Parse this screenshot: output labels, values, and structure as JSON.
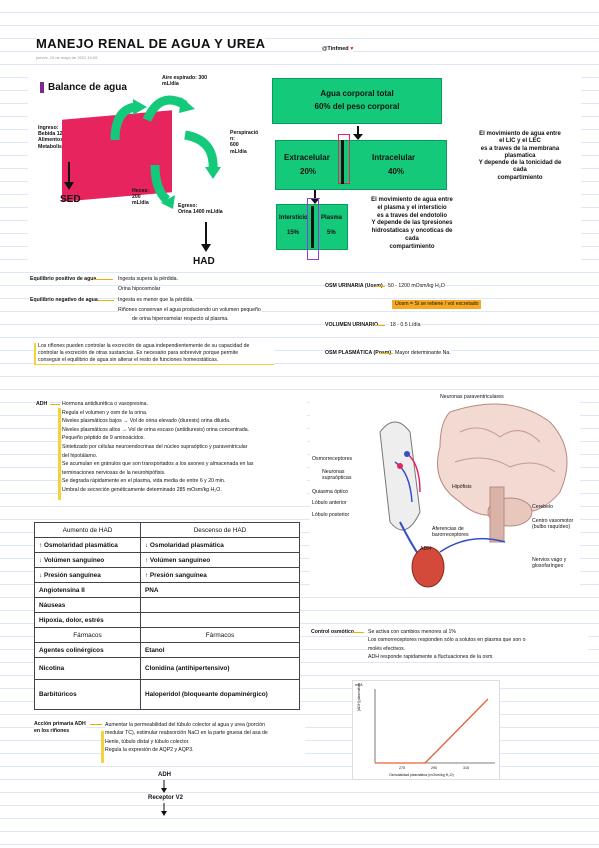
{
  "header": {
    "title": "MANEJO RENAL DE AGUA Y UREA",
    "date": "jueves, 15 de mayo de 2022 10:09",
    "handle": "@Tinfmed",
    "heart": "♥"
  },
  "balance": {
    "title": "Balance de agua",
    "inputs": [
      "Ingreso:",
      "Bebida 1200 mL/día",
      "Alimentos 1000 mL/día",
      "Metabolismo 300 mL/día"
    ],
    "air": [
      "Aire espirado: 300",
      "mL/día"
    ],
    "sweat": [
      "Perspiració",
      "n:",
      "600",
      "mL/día"
    ],
    "feces": [
      "Heces:",
      "200",
      "mL/día"
    ],
    "egress": [
      "Egreso:",
      "Orina 1400 mL/día"
    ],
    "sed": "SED",
    "had": "HAD"
  },
  "body_water": {
    "total_line1": "Agua corporal total",
    "total_line2": "60% del peso corporal",
    "extra_label": "Extracelular",
    "extra_pct": "20%",
    "intra_label": "Intracelular",
    "intra_pct": "40%",
    "inter_label": "Intersticio",
    "inter_pct": "15%",
    "plasma_label": "Plasma",
    "plasma_pct": "5%",
    "note_right": [
      "El movimiento de agua entre",
      "el LIC y el LEC",
      "es a traves de la membrana",
      "plasmatica",
      "Y depende de la tonicidad de",
      "cada",
      "compartimiento"
    ],
    "note_bottom": [
      "El movimiento de agua entre",
      "el plasma y el intersticio",
      "es a traves del endotolio",
      "Y depende de las tpresiones",
      "hidrostaticas y oncoticas de",
      "cada",
      "compartimiento"
    ]
  },
  "balance_notes": {
    "positive_label": "Equilibrio positivo de agua",
    "positive_items": [
      "Ingesta supera la pérdida.",
      "Orina hipoosmolar"
    ],
    "negative_label": "Equilibrio negativo de agua",
    "negative_items": [
      "Ingesta es menor que la pérdida.",
      "Riñones conservan el agua produciendo un volumen pequeño",
      "de orina hiperosmolar respecto al plasma."
    ],
    "osm_label": "OSM URINARIA (Uosm)",
    "osm_value": "50 - 1200 mOsm/kg H₂O",
    "osm_note": "Uosm = Si se retiene / vol excretado",
    "vol_label": "VOLUMEN URINARIO",
    "vol_value": "18 - 0.5 L/día",
    "posm_label": "OSM PLASMÁTICA (Posm)",
    "posm_value": "Mayor determinante Na."
  },
  "kidney_paragraph": [
    "Los riñones pueden controlar la excreción de agua independientemente de su capacidad de",
    "controlar la excreción de otras sustancias. Es necesario para sobrevivir porque permite",
    "conseguir el equilibrio de agua sin alterar el resto de funciones homeostáticas."
  ],
  "adh": {
    "label": "ADH",
    "items": [
      "Hormona antidiurética o vasopresina.",
      "Regula el volumen y osm de la orina.",
      "Niveles plasmáticos bajos → Vol de orina elevado (diuresis) orina diluida.",
      "Niveles plasmáticos altos → Vol de orina escaso (antidiuresis) orina concentrada.",
      "Pequeño péptido de 9 aminoácidos.",
      "Sintetizado por células neuroendocrinas del núcleo supraóptico y paraventricular",
      "del hipotálamo.",
      "Se acumulan en gránulos que son transportados a los axones y almacenada en las",
      "terminaciones nerviosas de la neurohipófisis.",
      "Se degrada rápidamente en el plasma, vida media de entre 6 y 20 min.",
      "Umbral de secreción genéticamente determinado 285 mOsm/kg H₂O."
    ]
  },
  "had_table": {
    "headers": [
      "Aumento de HAD",
      "Descenso de HAD"
    ],
    "rows": [
      [
        "↑ Osmolaridad plasmática",
        "↓ Osmolaridad plasmática"
      ],
      [
        "↓ Volúmen sanguíneo",
        "↑ Volúmen sanguíneo"
      ],
      [
        "↓ Presión sanguínea",
        "↑ Presión sanguínea"
      ],
      [
        "Angiotensina II",
        "PNA"
      ],
      [
        "Náuseas",
        ""
      ],
      [
        "Hipoxia, dolor, estrés",
        ""
      ]
    ],
    "drug_headers": [
      "Fármacos",
      "Fármacos"
    ],
    "drug_rows": [
      [
        "Agentes colinérgicos",
        "Etanol"
      ],
      [
        "Nicotina",
        "Clonidina (antihipertensivo)"
      ],
      [
        "Barbitúricos",
        "Haloperidol (bloqueante dopaminérgico)"
      ]
    ]
  },
  "brain_labels": {
    "paraventricular": "Neuronas paraventriculares",
    "osmoreceptors": "Osmorreceptores",
    "supraoptic": [
      "Neuronas",
      "supraópticas"
    ],
    "chiasm": "Quiasma óptico",
    "anterior": "Lóbulo anterior",
    "posterior": "Lóbulo posterior",
    "hypophysis": "Hipófisis",
    "cerebellum": "Cerebelo",
    "vasomotor": [
      "Centro vasomotor",
      "(bulbo raquídeo)"
    ],
    "baroreceptor": [
      "Aferencias de",
      "barorreceptores"
    ],
    "adh": "ADH",
    "vagus": [
      "Nervios vago y",
      "glosofaríngeo"
    ]
  },
  "osmotic_control": {
    "label": "Control osmótico",
    "items": [
      "Se activa con cambios menores al 1%",
      "Los osmorreceptores responden sólo a solutos en plasma que son o",
      "molés efectivos.",
      "ADH responde rapidamente a fluctuaciones de la osm."
    ],
    "graph_ylabel": "[ADH] plasmática",
    "graph_xlabel": "Osmolalidad plasmática (mOsm/kg H₂O)",
    "graph_ytick": "mU/L",
    "graph_xticks": [
      "275",
      "290",
      "315"
    ]
  },
  "primary_action": {
    "label": [
      "Acción primaria ADH",
      "en los riñones"
    ],
    "items": [
      "Aumentar la permeabilidad del túbulo colector al agua y urea (porción",
      "medular TC), estimular reabsorción NaCl en la parte gruesa del asa de",
      "Henle, túbulo distal y túbulo colector.",
      "Regula la expresión de AQP2 y AQP3."
    ],
    "flow": [
      "ADH",
      "Receptor V2"
    ]
  },
  "colors": {
    "accent_green": "#14c97a",
    "accent_pink": "#e8245f",
    "highlight_yellow": "#fbe77a",
    "highlight_orange": "#f6a821",
    "purple": "#8a3dd8"
  }
}
